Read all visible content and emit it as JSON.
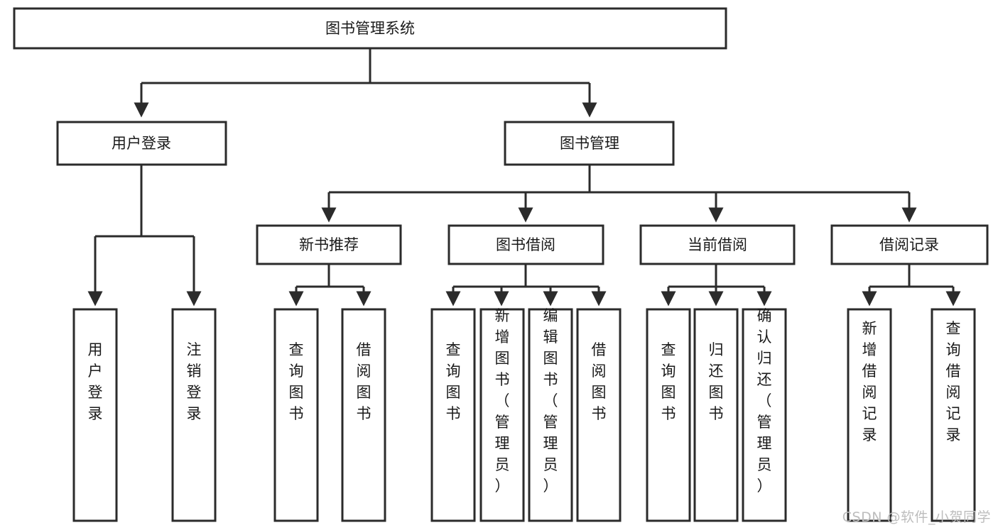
{
  "diagram": {
    "type": "tree-hierarchy",
    "title_node": {
      "label": "图书管理系统"
    },
    "level1": [
      {
        "id": "user-login",
        "label": "用户登录"
      },
      {
        "id": "book-management",
        "label": "图书管理"
      }
    ],
    "level2": [
      {
        "id": "new-book-recommend",
        "label": "新书推荐",
        "parent": "book-management"
      },
      {
        "id": "book-borrow",
        "label": "图书借阅",
        "parent": "book-management"
      },
      {
        "id": "current-borrow",
        "label": "当前借阅",
        "parent": "book-management"
      },
      {
        "id": "borrow-record",
        "label": "借阅记录",
        "parent": "book-management"
      }
    ],
    "leaves": [
      {
        "id": "leaf-user-login",
        "label": "用户登录",
        "parent": "user-login"
      },
      {
        "id": "leaf-logout-login",
        "label": "注销登录",
        "parent": "user-login"
      },
      {
        "id": "leaf-query-book-1",
        "label": "查询图书",
        "parent": "new-book-recommend"
      },
      {
        "id": "leaf-borrow-book-1",
        "label": "借阅图书",
        "parent": "new-book-recommend"
      },
      {
        "id": "leaf-query-book-2",
        "label": "查询图书",
        "parent": "book-borrow"
      },
      {
        "id": "leaf-add-book",
        "label": "新增图书（管理员）",
        "parent": "book-borrow"
      },
      {
        "id": "leaf-edit-book",
        "label": "编辑图书（管理员）",
        "parent": "book-borrow"
      },
      {
        "id": "leaf-borrow-book-2",
        "label": "借阅图书",
        "parent": "book-borrow"
      },
      {
        "id": "leaf-query-book-3",
        "label": "查询图书",
        "parent": "current-borrow"
      },
      {
        "id": "leaf-return-book",
        "label": "归还图书",
        "parent": "current-borrow"
      },
      {
        "id": "leaf-confirm-return",
        "label": "确认归还（管理员）",
        "parent": "current-borrow"
      },
      {
        "id": "leaf-add-record",
        "label": "新增借阅记录",
        "parent": "borrow-record"
      },
      {
        "id": "leaf-query-record",
        "label": "查询借阅记录",
        "parent": "borrow-record"
      }
    ]
  },
  "watermark": {
    "text": "CSDN @软件_小贺同学"
  },
  "colors": {
    "box_stroke": "#2b2b2b",
    "connector": "#2b2b2b",
    "text": "#1a1a1a",
    "background": "#ffffff",
    "watermark": "#bdbdbd"
  }
}
